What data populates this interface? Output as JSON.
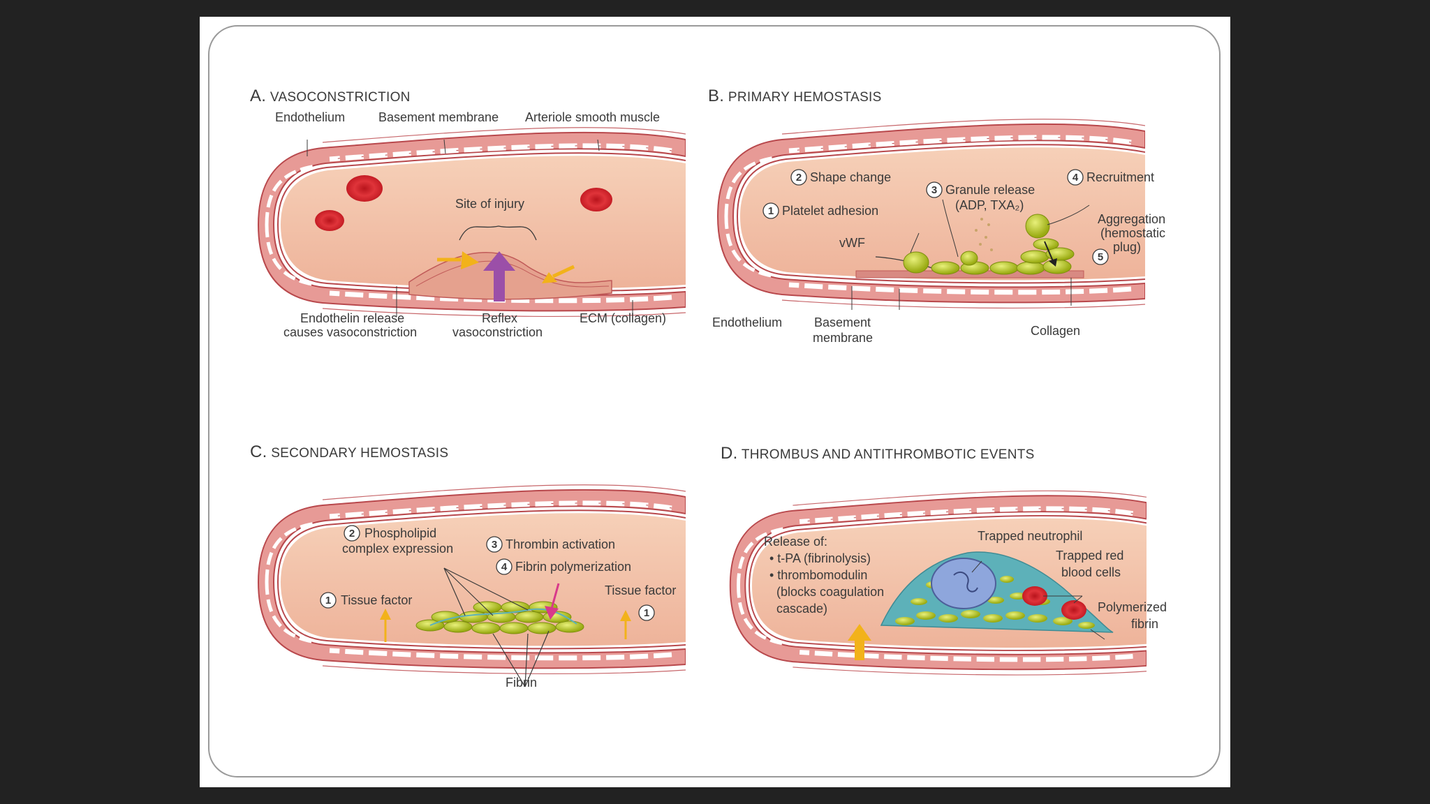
{
  "panels": {
    "a": {
      "letter": "A.",
      "title": "VASOCONSTRICTION",
      "labels": {
        "endothelium": "Endothelium",
        "basement_membrane": "Basement membrane",
        "arteriole_smooth_muscle": "Arteriole smooth muscle",
        "site_of_injury": "Site of injury",
        "endothelin_1": "Endothelin release",
        "endothelin_2": "causes vasoconstriction",
        "reflex_1": "Reflex",
        "reflex_2": "vasoconstriction",
        "ecm": "ECM (collagen)"
      }
    },
    "b": {
      "letter": "B.",
      "title": "PRIMARY HEMOSTASIS",
      "labels": {
        "shape_change": "Shape change",
        "granule_release": "Granule release",
        "granule_release_2": "(ADP, TXA₂)",
        "recruitment": "Recruitment",
        "platelet_adhesion": "Platelet adhesion",
        "vwf": "vWF",
        "aggregation_1": "Aggregation",
        "aggregation_2": "(hemostatic",
        "aggregation_3": "plug)",
        "endothelium": "Endothelium",
        "basement_1": "Basement",
        "basement_2": "membrane",
        "collagen": "Collagen"
      },
      "steps": [
        "1",
        "2",
        "3",
        "4",
        "5"
      ]
    },
    "c": {
      "letter": "C.",
      "title": "SECONDARY HEMOSTASIS",
      "labels": {
        "phospholipid_1": "Phospholipid",
        "phospholipid_2": "complex expression",
        "thrombin": "Thrombin activation",
        "fibrin_poly": "Fibrin polymerization",
        "tissue_factor_left": "Tissue factor",
        "tissue_factor_right": "Tissue factor",
        "fibrin": "Fibrin"
      },
      "steps": [
        "1",
        "2",
        "3",
        "4",
        "1"
      ]
    },
    "d": {
      "letter": "D.",
      "title": "THROMBUS AND ANTITHROMBOTIC EVENTS",
      "labels": {
        "release_of": "Release of:",
        "tpa": "• t-PA (fibrinolysis)",
        "thrombomodulin": "• thrombomodulin",
        "blocks_1": "(blocks coagulation",
        "blocks_2": "cascade)",
        "trapped_neutrophil": "Trapped neutrophil",
        "trapped_rbc_1": "Trapped red",
        "trapped_rbc_2": "blood cells",
        "polymerized_1": "Polymerized",
        "polymerized_2": "fibrin"
      }
    }
  },
  "colors": {
    "background": "#222222",
    "slide": "#ffffff",
    "vessel_wall": "#e79a96",
    "vessel_outline": "#b8484c",
    "lumen": "#f2c2a8",
    "red_cell": "#d4232b",
    "platelet": "#b5c51d",
    "arrow_yellow": "#f2b21a",
    "arrow_purple": "#9b4fa8",
    "neutrophil": "#8ea6dc",
    "fibrin_mesh": "#5db1b9"
  }
}
